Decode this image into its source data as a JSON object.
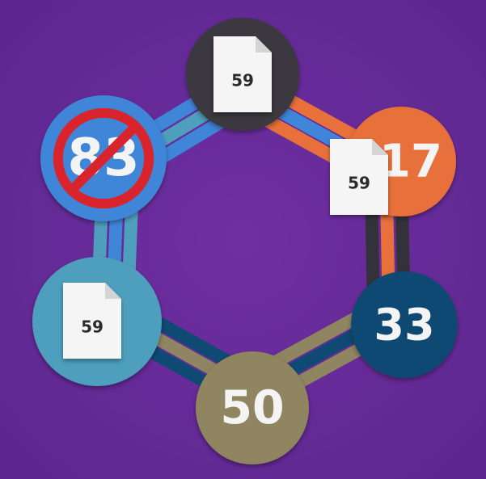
{
  "diagram": {
    "nodes": [
      {
        "id": "top",
        "number": "59",
        "shows_file_icon": true,
        "file_label": "59",
        "color": "#3a3740",
        "prohibited": false
      },
      {
        "id": "upper-right",
        "number": "17",
        "shows_file_icon": true,
        "file_label": "59",
        "color": "#e8703a",
        "prohibited": false
      },
      {
        "id": "lower-right",
        "number": "33",
        "shows_file_icon": false,
        "file_label": "",
        "color": "#0e4a73",
        "prohibited": false
      },
      {
        "id": "bottom",
        "number": "50",
        "shows_file_icon": false,
        "file_label": "",
        "color": "#8f8560",
        "prohibited": false
      },
      {
        "id": "lower-left",
        "number": "59",
        "shows_file_icon": true,
        "file_label": "59",
        "color": "#4e9fbd",
        "prohibited": false
      },
      {
        "id": "upper-left",
        "number": "83",
        "shows_file_icon": false,
        "file_label": "",
        "color": "#3f86d8",
        "prohibited": true
      }
    ],
    "colors": {
      "background": "#6a2d9a",
      "ring_dark": "#33313a",
      "ring_orange": "#e8703a",
      "ring_navy": "#0e4a73",
      "ring_olive": "#8f8560",
      "ring_teal": "#4e9fbd",
      "ring_blue": "#3f86d8",
      "prohibition_red": "#d8242a",
      "file_paper": "#f5f5f5"
    }
  }
}
